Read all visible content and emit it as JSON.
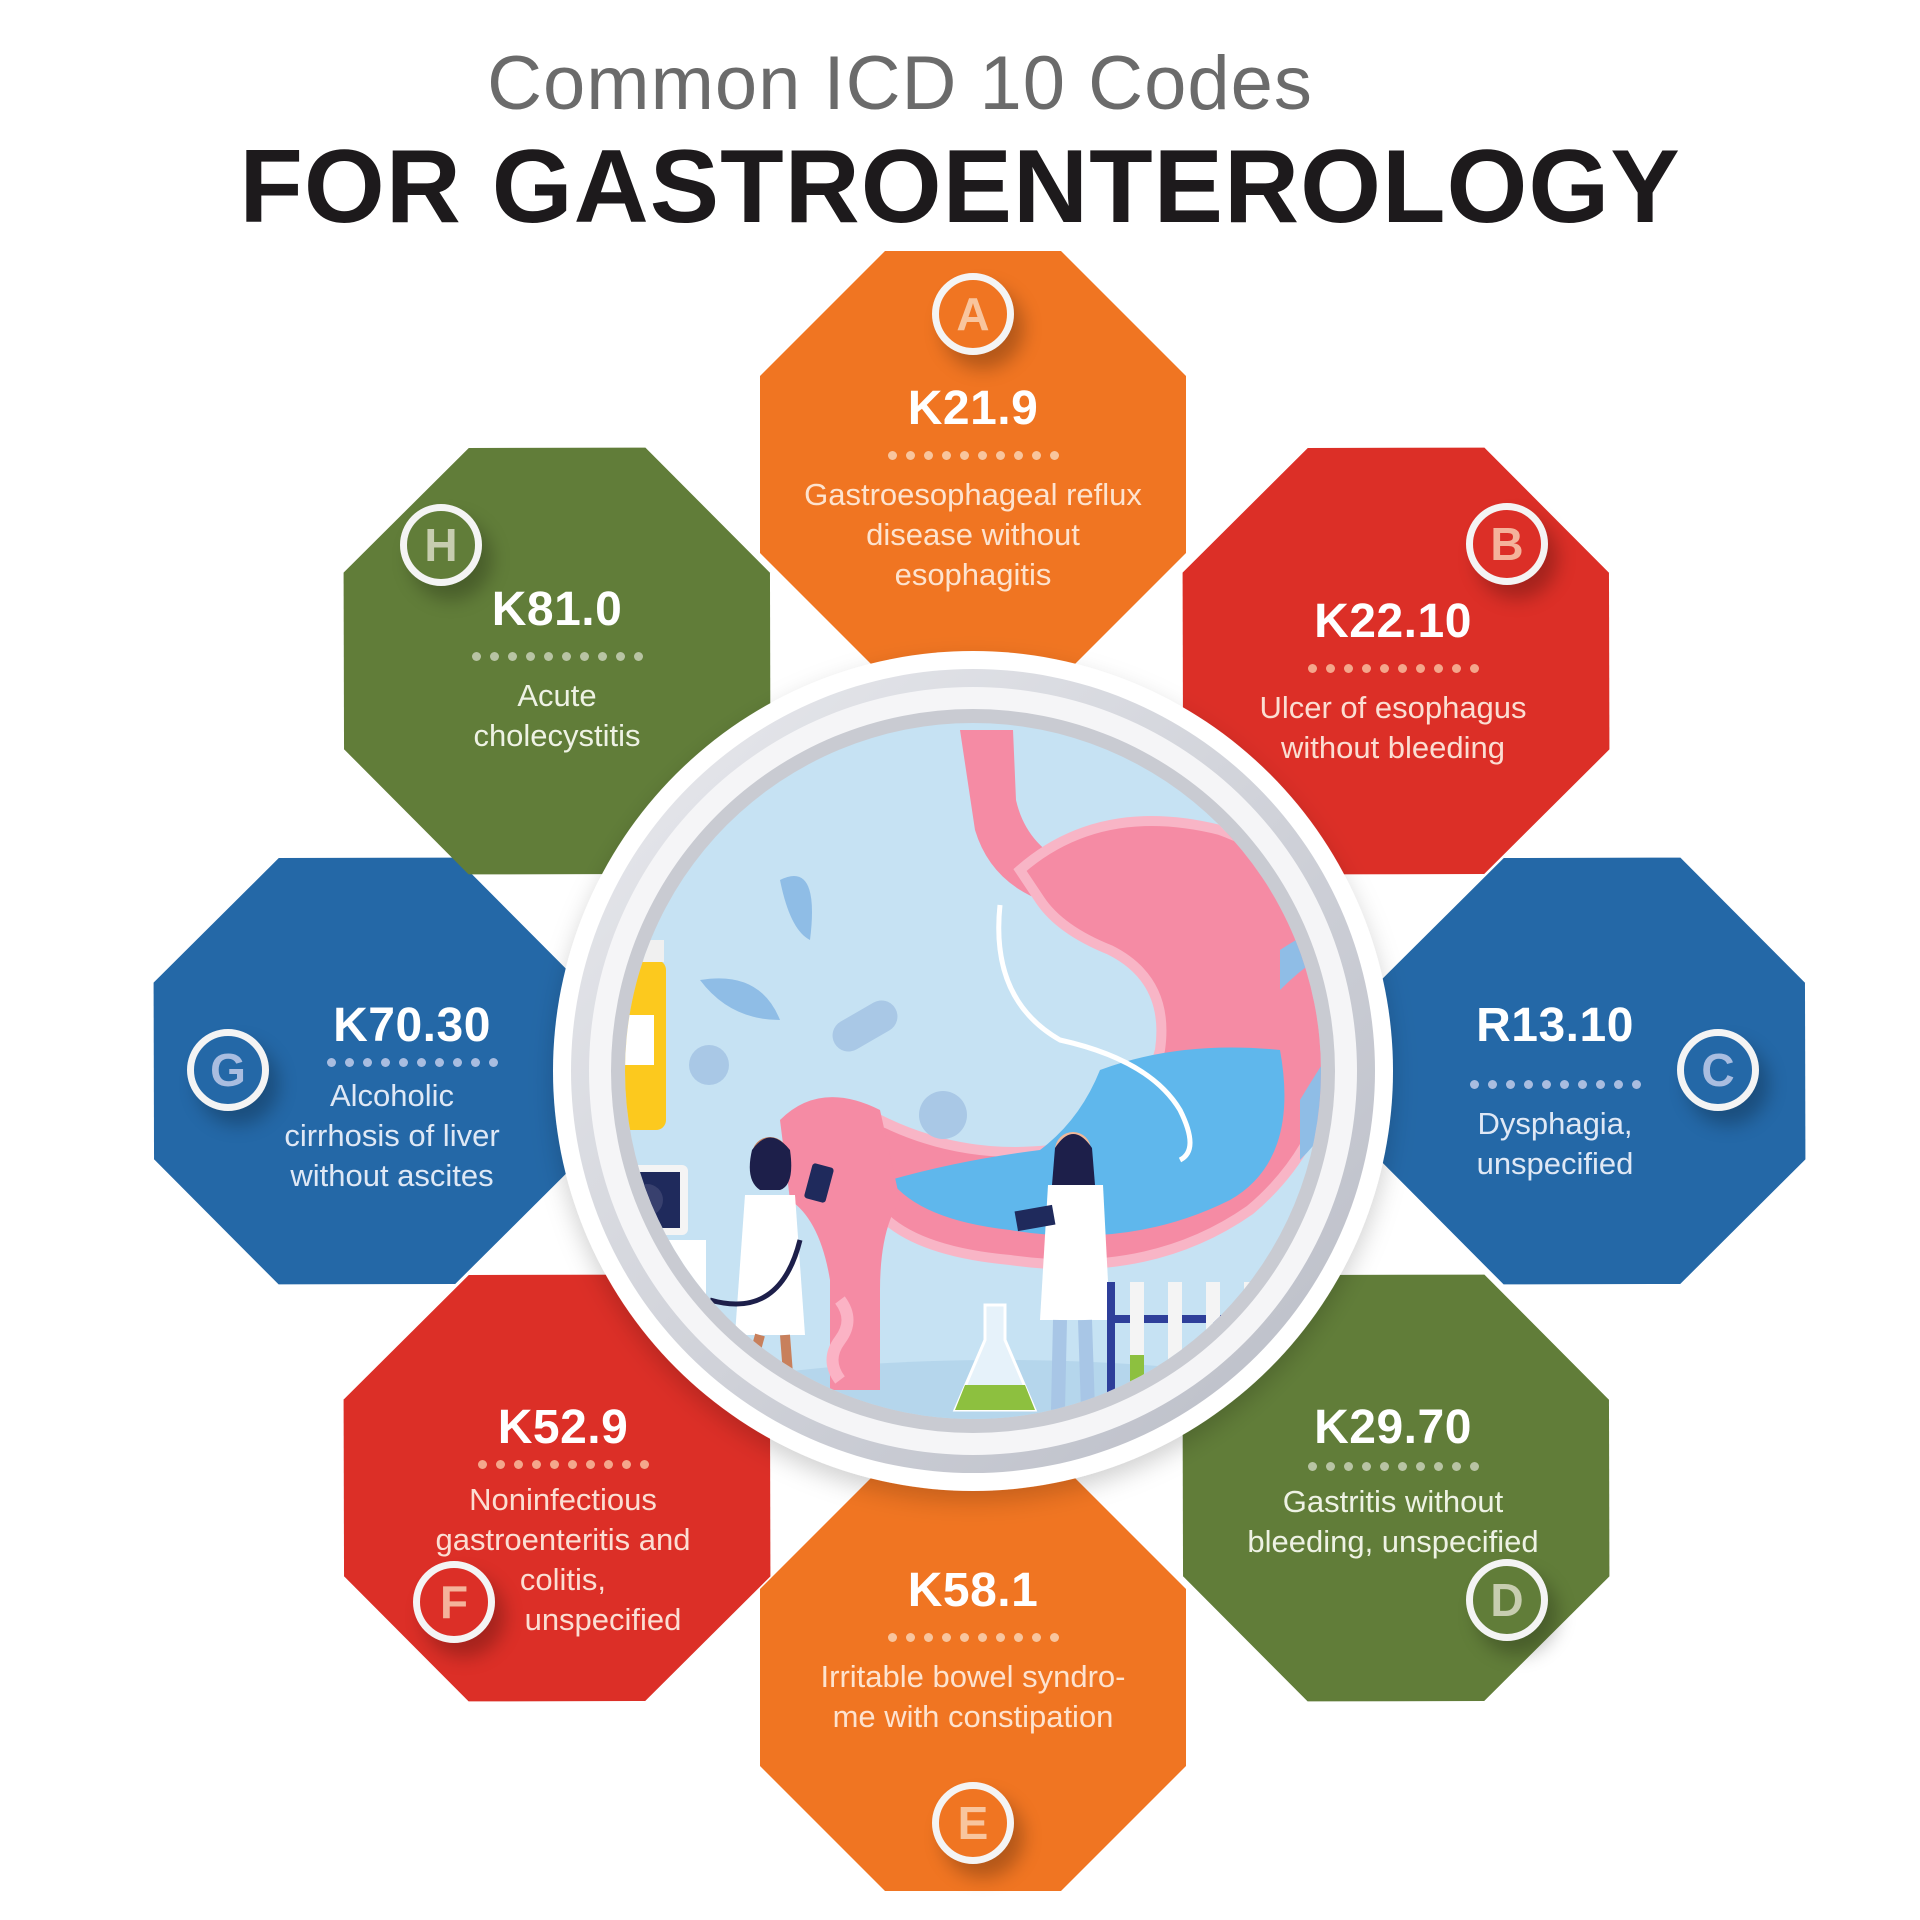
{
  "header": {
    "title_line1": "Common ICD 10 Codes",
    "title_line2": "FOR GASTROENTEROLOGY"
  },
  "colors": {
    "orange": "#f07522",
    "red": "#dc2f27",
    "blue": "#2468a7",
    "green": "#617d39",
    "title_gray": "#6b6b6b",
    "title_dark": "#1d1a1c",
    "ring_gray": "#c9cbd2",
    "ring_white": "#f3f3f5",
    "illustration_bg": "#c6e2f3"
  },
  "codes": [
    {
      "letter": "A",
      "code": "K21.9",
      "description_lines": [
        "Gastroesophageal reflux",
        "disease without",
        "esophagitis"
      ],
      "color": "orange",
      "position": "top"
    },
    {
      "letter": "B",
      "code": "K22.10",
      "description_lines": [
        "Ulcer of esophagus",
        "without bleeding"
      ],
      "color": "red",
      "position": "top-right"
    },
    {
      "letter": "C",
      "code": "R13.10",
      "description_lines": [
        "Dysphagia,",
        "unspecified"
      ],
      "color": "blue",
      "position": "right"
    },
    {
      "letter": "D",
      "code": "K29.70",
      "description_lines": [
        "Gastritis without",
        "bleeding, unspecified"
      ],
      "color": "green",
      "position": "bottom-right"
    },
    {
      "letter": "E",
      "code": "K58.1",
      "description_lines": [
        "Irritable bowel syndro-",
        "me with constipation"
      ],
      "color": "orange",
      "position": "bottom"
    },
    {
      "letter": "F",
      "code": "K52.9",
      "description_lines": [
        "Noninfectious",
        "gastroenteritis and",
        "colitis,",
        "unspecified"
      ],
      "color": "red",
      "position": "bottom-left"
    },
    {
      "letter": "G",
      "code": "K70.30",
      "description_lines": [
        "Alcoholic",
        "cirrhosis of liver",
        "without ascites"
      ],
      "color": "blue",
      "position": "left"
    },
    {
      "letter": "H",
      "code": "K81.0",
      "description_lines": [
        "Acute",
        "cholecystitis"
      ],
      "color": "green",
      "position": "top-left"
    }
  ],
  "illustration": {
    "subject": "stomach anatomy with two doctors, endoscope, medicine bottle, ultrasound monitor, flask and test tubes"
  }
}
